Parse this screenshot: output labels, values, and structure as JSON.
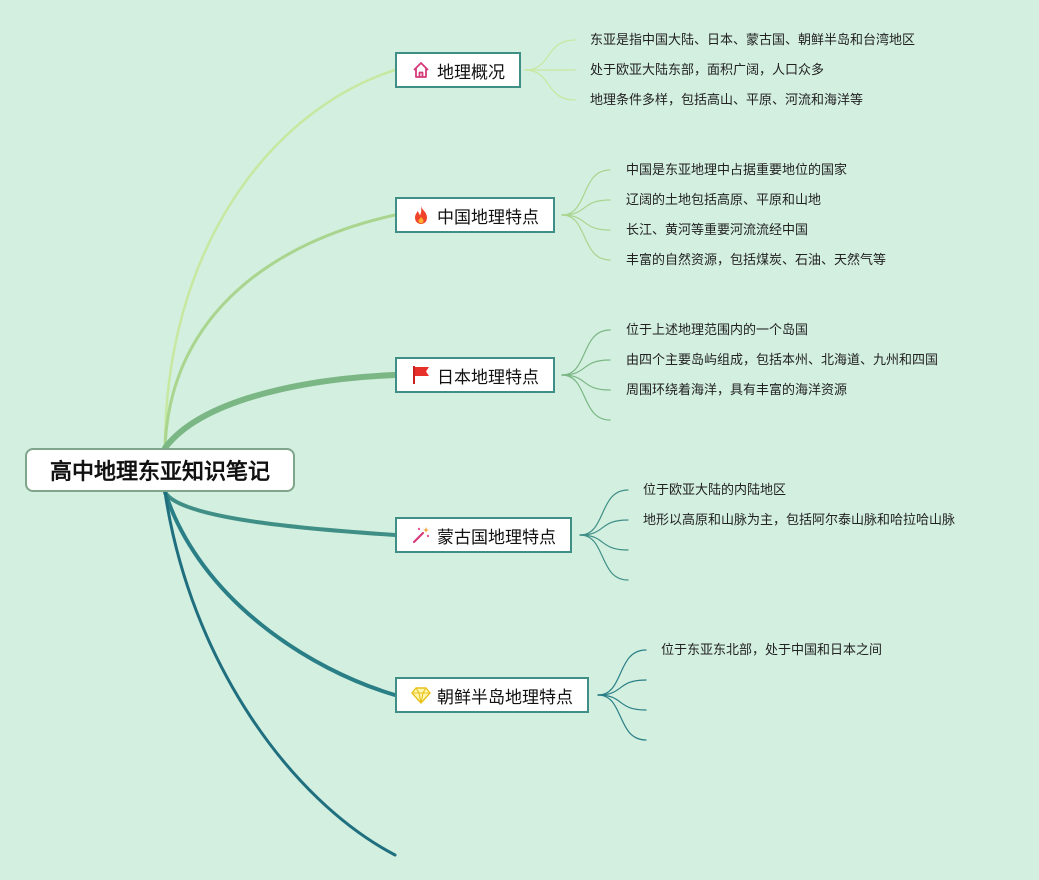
{
  "root": {
    "title": "高中地理东亚知识笔记"
  },
  "topics": [
    {
      "label": "地理概况",
      "icon": "house-icon",
      "color": "#c7e8a0",
      "items": [
        "东亚是指中国大陆、日本、蒙古国、朝鲜半岛和台湾地区",
        "处于欧亚大陆东部，面积广阔，人口众多",
        "地理条件多样，包括高山、平原、河流和海洋等"
      ]
    },
    {
      "label": "中国地理特点",
      "icon": "fire-icon",
      "color": "#a9d58e",
      "items": [
        "中国是东亚地理中占据重要地位的国家",
        "辽阔的土地包括高原、平原和山地",
        "长江、黄河等重要河流流经中国",
        "丰富的自然资源，包括煤炭、石油、天然气等"
      ]
    },
    {
      "label": "日本地理特点",
      "icon": "flag-icon",
      "color": "#7bb784",
      "items": [
        "位于上述地理范围内的一个岛国",
        "由四个主要岛屿组成，包括本州、北海道、九州和四国",
        "周围环绕着海洋，具有丰富的海洋资源",
        ""
      ]
    },
    {
      "label": "蒙古国地理特点",
      "icon": "magic-wand-icon",
      "color": "#3f8f86",
      "items": [
        "位于欧亚大陆的内陆地区",
        "地形以高原和山脉为主，包括阿尔泰山脉和哈拉哈山脉",
        "",
        ""
      ]
    },
    {
      "label": "朝鲜半岛地理特点",
      "icon": "diamond-icon",
      "color": "#2a7f86",
      "items": [
        "位于东亚东北部，处于中国和日本之间",
        "",
        "",
        ""
      ]
    }
  ]
}
